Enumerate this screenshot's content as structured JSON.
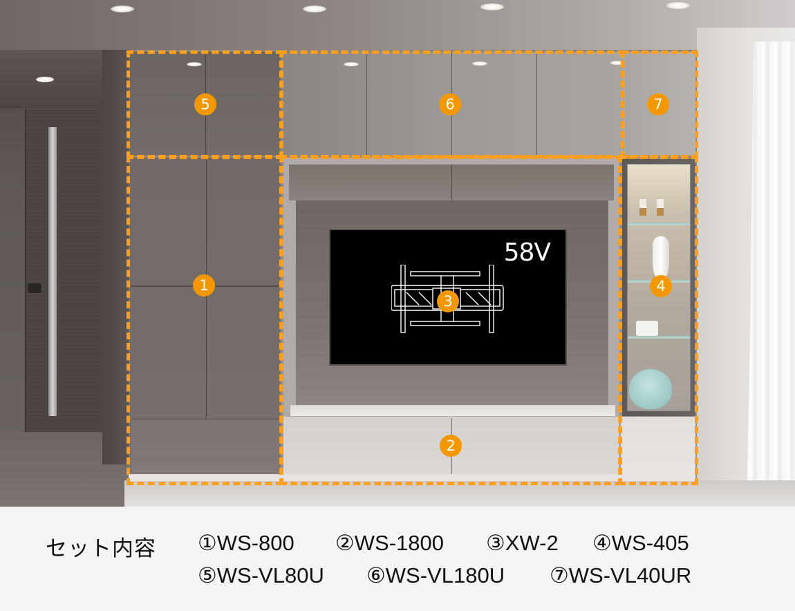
{
  "scene": {
    "description": "Living room wall storage system with TV and glass display case",
    "tv_label": "58V",
    "accent_color": "#f39800",
    "dash_color": "#ff9f1c"
  },
  "callouts": [
    {
      "number": "1",
      "label": "WS-800",
      "region": "left tall cabinet"
    },
    {
      "number": "2",
      "label": "WS-1800",
      "region": "low TV board"
    },
    {
      "number": "3",
      "label": "XW-2",
      "region": "TV wall mount"
    },
    {
      "number": "4",
      "label": "WS-405",
      "region": "glass display cabinet"
    },
    {
      "number": "5",
      "label": "WS-VL80U",
      "region": "upper left wall cabinet"
    },
    {
      "number": "6",
      "label": "WS-VL180U",
      "region": "upper middle wall cabinet"
    },
    {
      "number": "7",
      "label": "WS-VL40UR",
      "region": "upper right wall cabinet"
    }
  ],
  "caption": {
    "title": "セット内容",
    "row1": [
      "①WS-800",
      "②WS-1800",
      "③XW-2",
      "④WS-405"
    ],
    "row2": [
      "⑤WS-VL80U",
      "⑥WS-VL180U",
      "⑦WS-VL40UR"
    ]
  }
}
